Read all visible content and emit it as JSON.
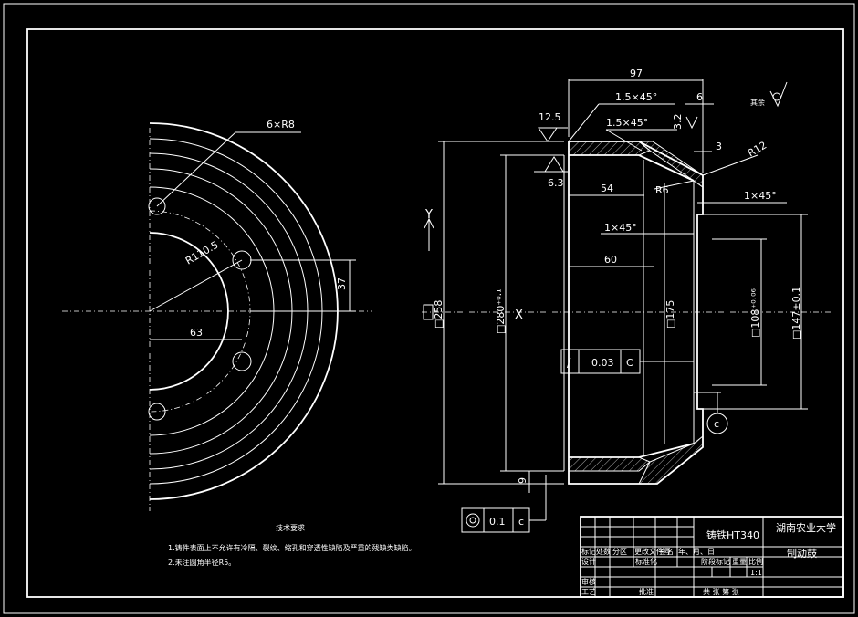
{
  "left_view": {
    "holes_label": "6×R8",
    "radius_label": "R110.5",
    "dim_horizontal": "63",
    "dim_vertical": "37"
  },
  "section_view": {
    "dim_total_width": "97",
    "chamfer_top": "1.5×45°",
    "dim_6": "6",
    "finish_12_5": "12.5",
    "chamfer_inner": "1.5×45°",
    "dim_3_2": "3.2",
    "dim_3": "3",
    "radius_r12": "R12",
    "finish_6_3": "6.3",
    "dim_54": "54",
    "radius_r6": "R6",
    "chamfer_1x45_right": "1×45°",
    "chamfer_1x45_left": "1×45°",
    "dim_60": "60",
    "dia_175": "□175",
    "dia_108": "□108⁺⁰·⁰⁶",
    "dia_147": "□147±0.1",
    "dia_left": "□258",
    "dia_outer": "□280⁺⁰·¹",
    "dim_9": "9",
    "axis_y": "Y",
    "axis_x": "X",
    "datum_c": "c",
    "roughness_note": "其余"
  },
  "tolerance_frames": {
    "runout": {
      "symbol": "/",
      "value": "0.03",
      "datum": "C"
    },
    "coaxiality": {
      "symbol": "◎",
      "value": "0.1",
      "datum": "c"
    }
  },
  "notes": {
    "title": "技术要求",
    "items": [
      "1.铸件表面上不允许有冷隔、裂纹、缩孔和穿透性缺陷及严重的残缺类缺陷。",
      "2.未注圆角半径R5。"
    ]
  },
  "title_block": {
    "material": "铸铁HT340",
    "school": "湖南农业大学",
    "part_name": "制动鼓",
    "scale": "1:1",
    "row_labels": [
      "标记",
      "处数",
      "分区",
      "更改文件号",
      "签名",
      "年、月、日"
    ],
    "designer_label": "设计",
    "standard_label": "标准化",
    "stage_label": "阶段标记",
    "weight_label": "重量",
    "ratio_label": "比例",
    "review_label": "审核",
    "process_label": "工艺",
    "approve_label": "批准",
    "sheets_label": "共  张  第  张"
  }
}
